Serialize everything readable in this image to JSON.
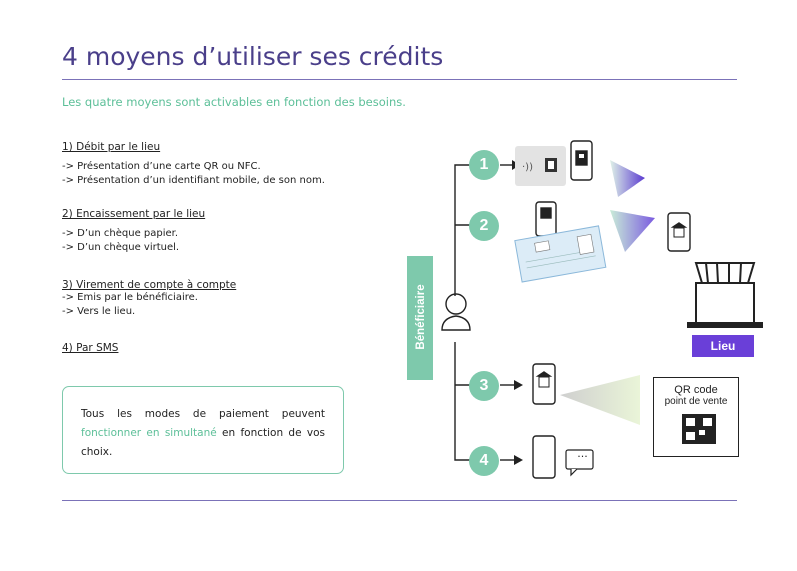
{
  "title": "4 moyens d’utiliser ses crédits",
  "subtitle": "Les quatre moyens sont activables en fonction des besoins.",
  "sections": [
    {
      "title": "1) Débit par le lieu",
      "lines": [
        "-> Présentation d’une carte QR ou NFC.",
        "-> Présentation d’un identifiant mobile, de son nom."
      ]
    },
    {
      "title": "2) Encaissement par le lieu",
      "lines": [
        "-> D’un chèque papier.",
        "-> D’un chèque virtuel."
      ]
    },
    {
      "title": "3) Virement de compte à compte",
      "lines": [
        "-> Emis par le bénéficiaire.",
        "-> Vers le lieu."
      ]
    },
    {
      "title": "4) Par SMS",
      "lines": []
    }
  ],
  "note": {
    "before": "Tous les modes de paiement peuvent ",
    "highlight": "fonctionner en simultané",
    "after": " en fonction de vos choix."
  },
  "diagram": {
    "beneficiary_label": "Bénéficiaire",
    "steps": [
      "1",
      "2",
      "3",
      "4"
    ],
    "lieu_label": "Lieu",
    "qr_title": "QR code",
    "qr_subtitle": "point de vente",
    "sms_dots": "···"
  },
  "colors": {
    "accent": "#5cbf98",
    "primary": "#4a3f8a",
    "lieu": "#6a3fd8"
  },
  "icons": [
    "person-icon",
    "smartphone-icon",
    "qr-code-icon",
    "nfc-icon",
    "bank-icon",
    "shop-icon",
    "cheque-icon",
    "sms-bubble-icon"
  ]
}
